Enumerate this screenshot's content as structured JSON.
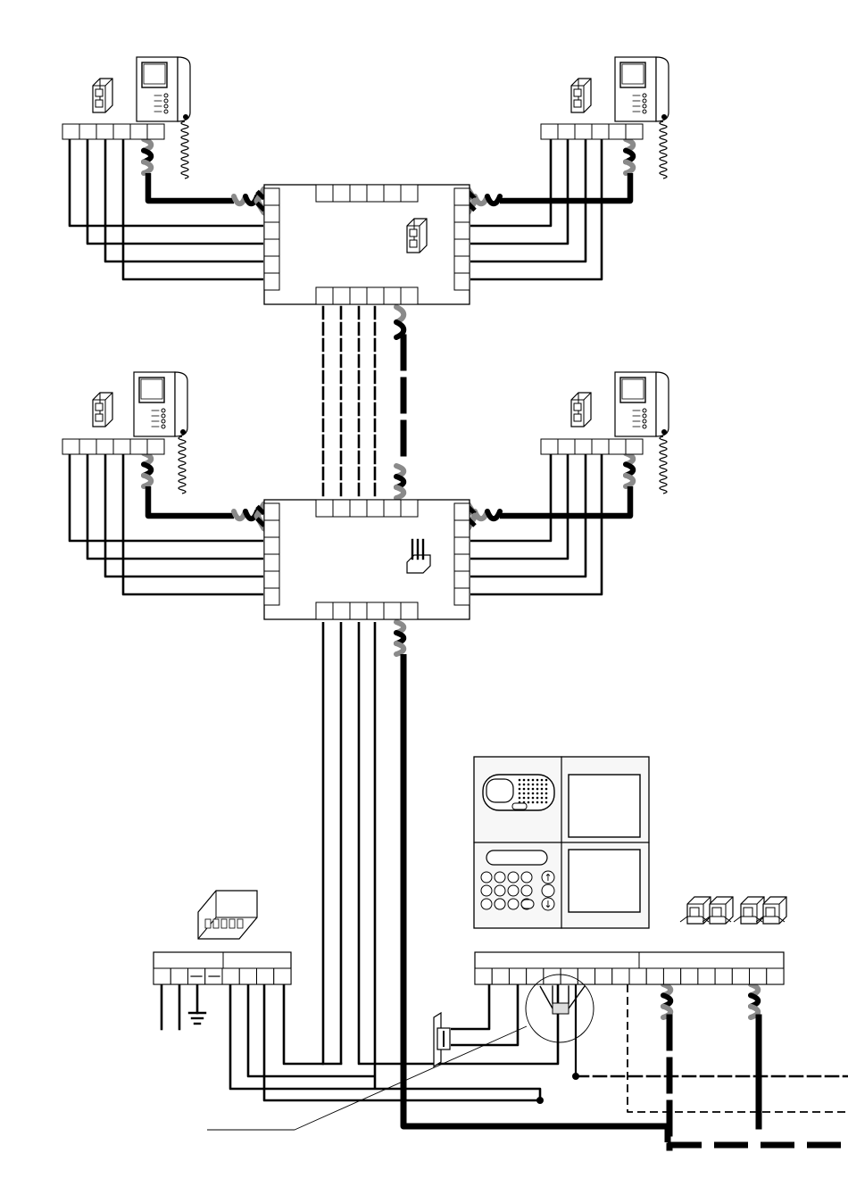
{
  "diagram": {
    "kind": "video door-entry wiring schematic",
    "text_labels": [],
    "keypad_arrows": [
      "↑",
      "↓"
    ],
    "colors": {
      "ink": "#000000",
      "twisted_pair_shade": "#8a8a8a",
      "background": "#ffffff",
      "panel_fill": "#eeeeee"
    },
    "components": {
      "monitors": 4,
      "monitor_connectors": 4,
      "distributors": 2,
      "distributor_terminals_side": 6,
      "distributor_terminals_row": 6,
      "power_supply_terminals": 8,
      "entrance_panel_modules": 4,
      "panel_controller_terminals": 18,
      "keypad_keys": 12,
      "jumpers": 4
    },
    "icons": [
      "monitor-icon",
      "handset-icon",
      "connector-icon",
      "jumper-icon",
      "power-supply-icon",
      "entrance-panel-icon",
      "door-lock-icon",
      "ground-icon"
    ]
  }
}
